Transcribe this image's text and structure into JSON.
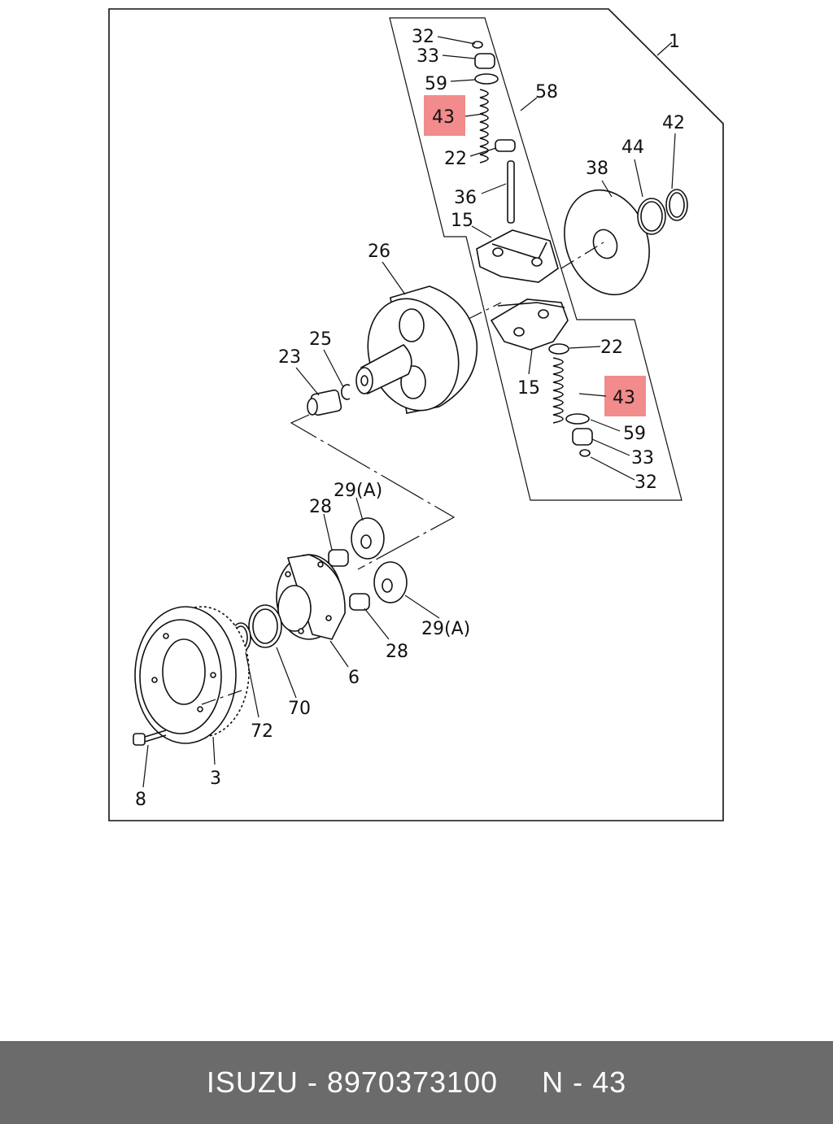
{
  "diagram": {
    "callouts": {
      "c1": "1",
      "c32a": "32",
      "c33a": "33",
      "c59a": "59",
      "c43a": "43",
      "c58": "58",
      "c22a": "22",
      "c36": "36",
      "c15a": "15",
      "c38": "38",
      "c44": "44",
      "c42": "42",
      "c26": "26",
      "c25": "25",
      "c23": "23",
      "c22b": "22",
      "c43b": "43",
      "c15b": "15",
      "c59b": "59",
      "c33b": "33",
      "c32b": "32",
      "c29a": "29(A)",
      "c28a": "28",
      "c29b": "29(A)",
      "c28b": "28",
      "c6": "6",
      "c70": "70",
      "c72": "72",
      "c3": "3",
      "c8": "8"
    },
    "highlight_color": "#f28b8b"
  },
  "footer": {
    "brand_part": "ISUZU - 8970373100",
    "ref": "N - 43"
  }
}
